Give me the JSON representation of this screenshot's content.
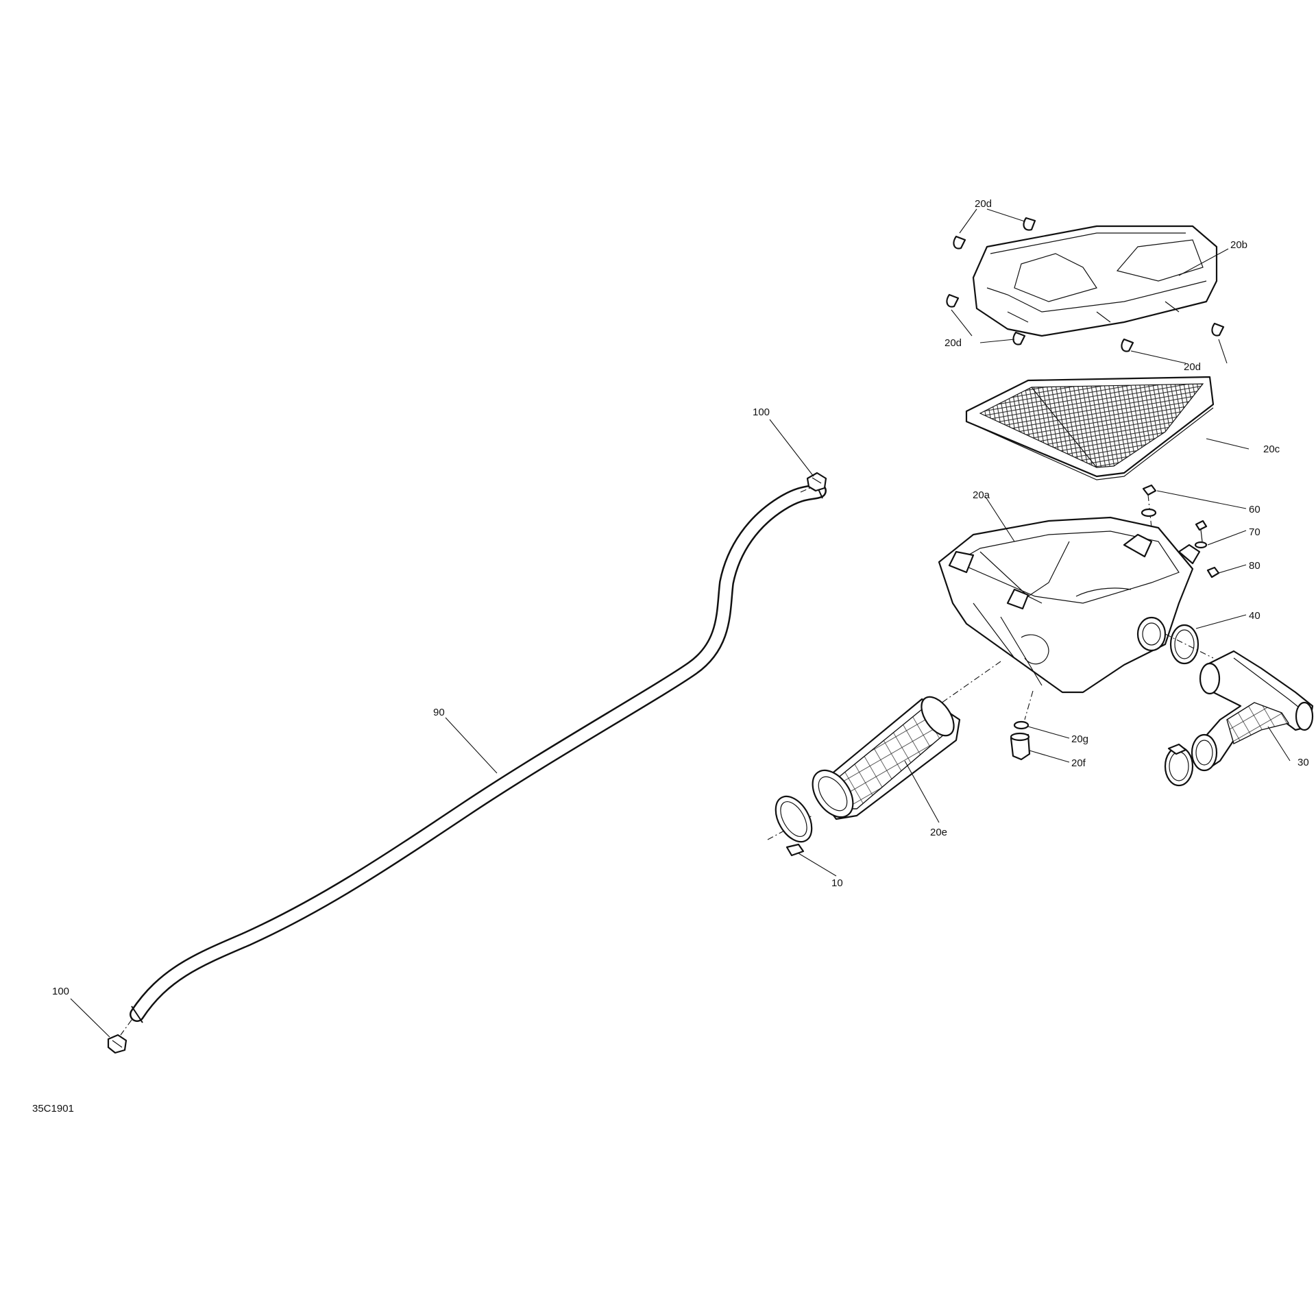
{
  "diagram": {
    "figure_code": "35C1901",
    "callouts": [
      {
        "id": "c-20d-top",
        "text": "20d"
      },
      {
        "id": "c-20b",
        "text": "20b"
      },
      {
        "id": "c-20d-left",
        "text": "20d"
      },
      {
        "id": "c-20d-right",
        "text": "20d"
      },
      {
        "id": "c-20c",
        "text": "20c"
      },
      {
        "id": "c-20a",
        "text": "20a"
      },
      {
        "id": "c-60",
        "text": "60"
      },
      {
        "id": "c-70",
        "text": "70"
      },
      {
        "id": "c-80",
        "text": "80"
      },
      {
        "id": "c-40",
        "text": "40"
      },
      {
        "id": "c-20g",
        "text": "20g"
      },
      {
        "id": "c-20f",
        "text": "20f"
      },
      {
        "id": "c-30",
        "text": "30"
      },
      {
        "id": "c-20e",
        "text": "20e"
      },
      {
        "id": "c-10",
        "text": "10"
      },
      {
        "id": "c-90",
        "text": "90"
      },
      {
        "id": "c-100-top",
        "text": "100"
      },
      {
        "id": "c-100-bottom",
        "text": "100"
      }
    ]
  }
}
